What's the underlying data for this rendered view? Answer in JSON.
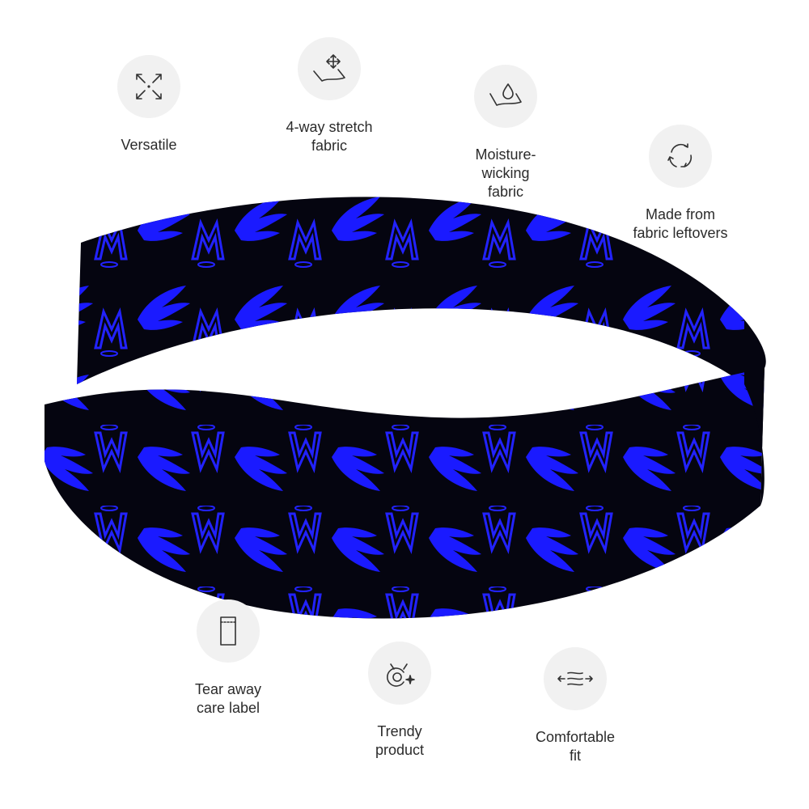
{
  "colors": {
    "band": "#050510",
    "pattern": "#1a1aff",
    "icon_bg": "#f1f1f1",
    "text": "#2b2b2b"
  },
  "features": [
    {
      "id": "versatile",
      "icon": "arrows-out-icon",
      "label": "Versatile"
    },
    {
      "id": "stretch",
      "icon": "stretch-fabric-icon",
      "label": "4-way stretch\nfabric"
    },
    {
      "id": "moisture",
      "icon": "water-drop-fabric-icon",
      "label": "Moisture-\nwicking\nfabric"
    },
    {
      "id": "leftovers",
      "icon": "recycle-icon",
      "label": "Made from\nfabric leftovers"
    },
    {
      "id": "tear",
      "icon": "care-label-icon",
      "label": "Tear away\ncare label"
    },
    {
      "id": "trendy",
      "icon": "cat-sparkle-icon",
      "label": "Trendy\nproduct"
    },
    {
      "id": "fit",
      "icon": "comfort-fit-icon",
      "label": "Comfortable\nfit"
    }
  ]
}
